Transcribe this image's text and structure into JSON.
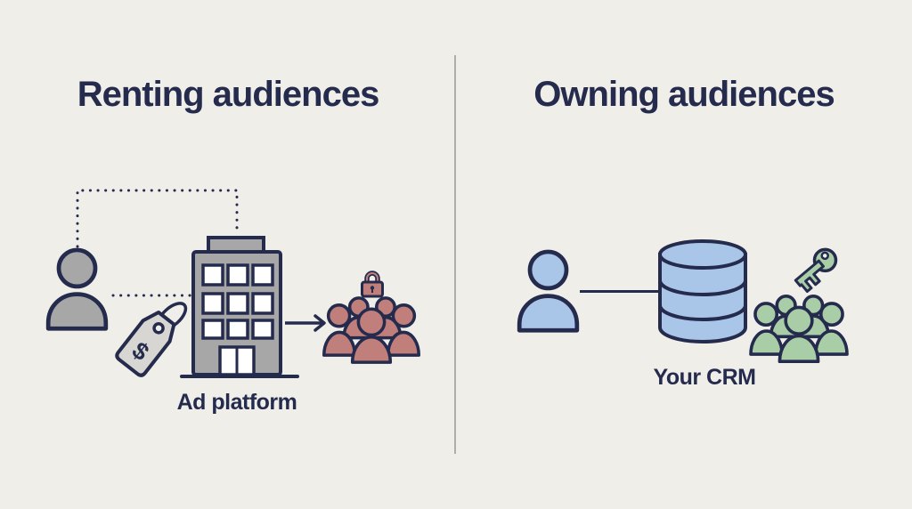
{
  "left_panel": {
    "title": "Renting audiences",
    "ad_platform_label": "Ad platform",
    "price_tag_symbol": "$",
    "icons": [
      "user-icon",
      "price-tag-icon",
      "dollar-sign",
      "building-icon",
      "arrow-right-icon",
      "lock-icon",
      "audience-group-icon",
      "dotted-connection-lines"
    ]
  },
  "right_panel": {
    "title": "Owning audiences",
    "crm_label": "Your CRM",
    "icons": [
      "user-icon",
      "database-icon",
      "key-icon",
      "audience-group-icon",
      "connection-line"
    ]
  },
  "colors": {
    "background": "#f0eee9",
    "outline_navy": "#252b4d",
    "text_navy": "#252b4d",
    "gray_fill": "#a8a7a8",
    "tag_gray_fill": "#d8d6d3",
    "red_fill": "#c17f7c",
    "blue_fill": "#a9c6e8",
    "green_fill": "#a9cda6",
    "divider_gray": "#b0aeaa"
  }
}
